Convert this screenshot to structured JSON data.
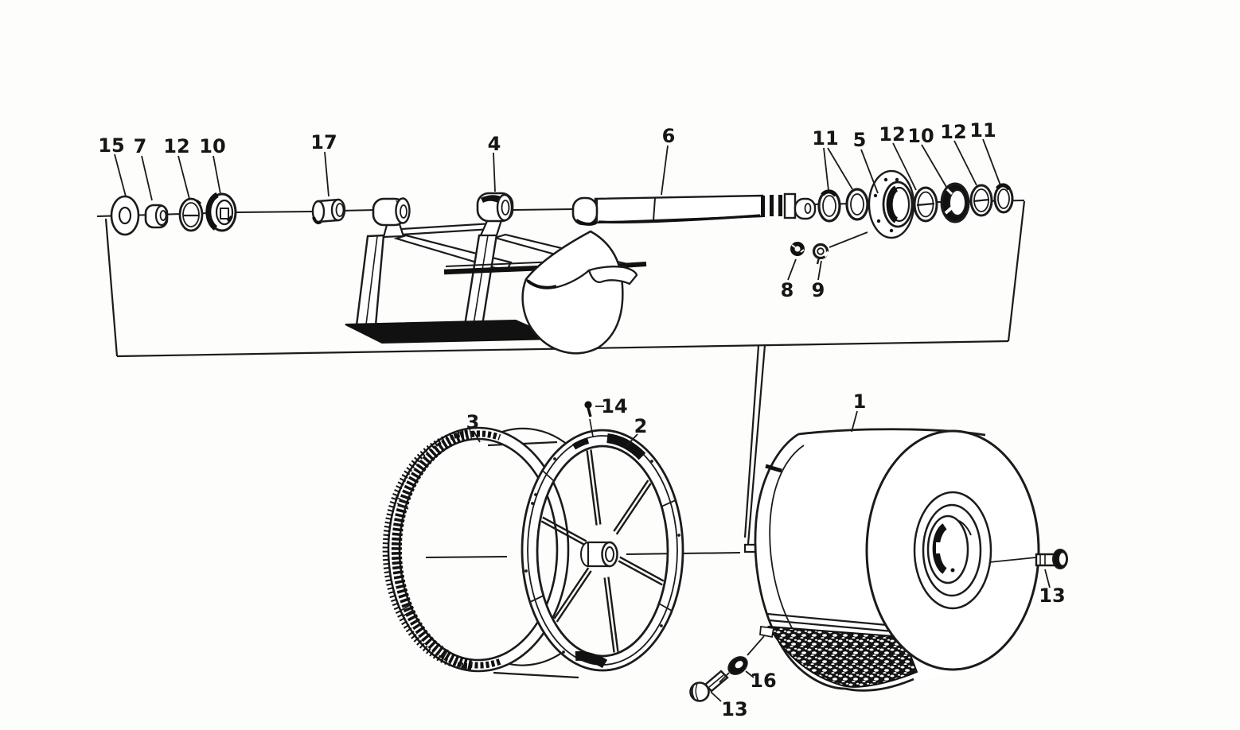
{
  "figure": {
    "kind": "exploded-parts-diagram",
    "colors": {
      "line": "#1b1b1b",
      "background": "#fdfdfb",
      "fill": "#ffffff",
      "dark": "#111111"
    }
  },
  "callouts": {
    "p15": "15",
    "p7": "7",
    "p12_left": "12",
    "p10_left": "10",
    "p17": "17",
    "p4": "4",
    "p6": "6",
    "p11_a": "11",
    "p5": "5",
    "p12_mid": "12",
    "p10_right": "10",
    "p12_right": "12",
    "p11_b": "11",
    "p8": "8",
    "p9": "9",
    "p3": "3",
    "p14": "14",
    "p2": "2",
    "p1": "1",
    "p13_right": "13",
    "p16": "16",
    "p13_left": "13"
  }
}
